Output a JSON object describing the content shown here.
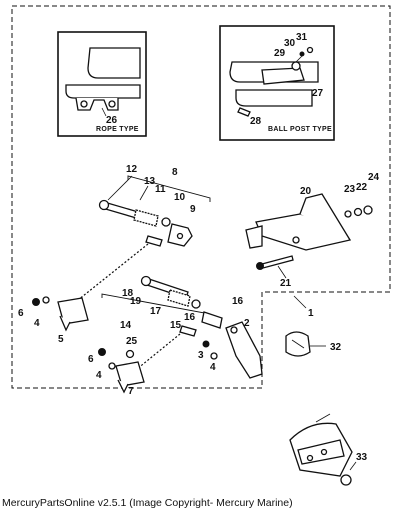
{
  "footer": {
    "text": "MercuryPartsOnline v2.5.1 (Image Copyright- Mercury Marine)"
  },
  "insets": {
    "rope": {
      "caption": "ROPE TYPE"
    },
    "ball_post": {
      "caption": "BALL POST TYPE"
    }
  },
  "callouts": {
    "c1": "1",
    "c2": "2",
    "c3": "3",
    "c4a": "4",
    "c4b": "4",
    "c4c": "4",
    "c5": "5",
    "c6a": "6",
    "c6b": "6",
    "c7": "7",
    "c8": "8",
    "c9": "9",
    "c10": "10",
    "c11": "11",
    "c12": "12",
    "c13": "13",
    "c14": "14",
    "c15": "15",
    "c16a": "16",
    "c16b": "16",
    "c17": "17",
    "c18": "18",
    "c19": "19",
    "c20": "20",
    "c21": "21",
    "c22": "22",
    "c23": "23",
    "c24": "24",
    "c25": "25",
    "c26": "26",
    "c27": "27",
    "c28": "28",
    "c29": "29",
    "c30": "30",
    "c31": "31",
    "c32": "32",
    "c33": "33"
  }
}
